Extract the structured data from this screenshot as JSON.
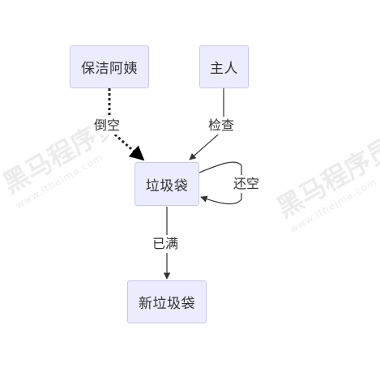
{
  "nodes": {
    "cleaner": "保洁阿姨",
    "owner": "主人",
    "trash_bag": "垃圾袋",
    "new_trash_bag": "新垃圾袋"
  },
  "edges": {
    "dump": "倒空",
    "check": "检查",
    "return_empty": "还空",
    "full": "已满"
  },
  "watermark": {
    "brand": "黑马程序员",
    "site": "www.itheima.com"
  },
  "colors": {
    "node_fill": "#ececff",
    "node_border": "#c7c7ee",
    "edge": "#333333"
  }
}
